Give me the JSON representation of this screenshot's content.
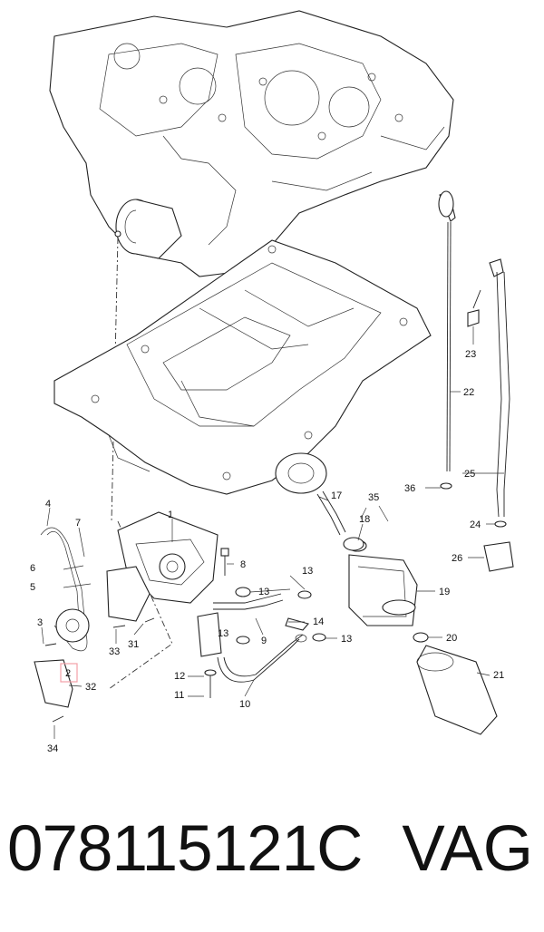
{
  "diagram": {
    "callouts": [
      {
        "id": "1",
        "label": "1"
      },
      {
        "id": "2",
        "label": "2"
      },
      {
        "id": "3",
        "label": "3"
      },
      {
        "id": "4",
        "label": "4"
      },
      {
        "id": "5",
        "label": "5"
      },
      {
        "id": "6",
        "label": "6"
      },
      {
        "id": "7",
        "label": "7"
      },
      {
        "id": "8",
        "label": "8"
      },
      {
        "id": "9",
        "label": "9"
      },
      {
        "id": "10",
        "label": "10"
      },
      {
        "id": "11",
        "label": "11"
      },
      {
        "id": "12",
        "label": "12"
      },
      {
        "id": "13a",
        "label": "13"
      },
      {
        "id": "13b",
        "label": "13"
      },
      {
        "id": "13c",
        "label": "13"
      },
      {
        "id": "13d",
        "label": "13"
      },
      {
        "id": "14",
        "label": "14"
      },
      {
        "id": "17",
        "label": "17"
      },
      {
        "id": "18",
        "label": "18"
      },
      {
        "id": "19",
        "label": "19"
      },
      {
        "id": "20",
        "label": "20"
      },
      {
        "id": "21",
        "label": "21"
      },
      {
        "id": "22",
        "label": "22"
      },
      {
        "id": "23",
        "label": "23"
      },
      {
        "id": "24",
        "label": "24"
      },
      {
        "id": "25",
        "label": "25"
      },
      {
        "id": "26",
        "label": "26"
      },
      {
        "id": "31",
        "label": "31"
      },
      {
        "id": "32",
        "label": "32"
      },
      {
        "id": "33",
        "label": "33"
      },
      {
        "id": "34",
        "label": "34"
      },
      {
        "id": "35",
        "label": "35"
      },
      {
        "id": "36",
        "label": "36"
      }
    ],
    "highlighted_callout": "2",
    "highlight_color": "#f2a0a8"
  },
  "footer": {
    "part_number": "078115121C",
    "brand": "VAG"
  }
}
